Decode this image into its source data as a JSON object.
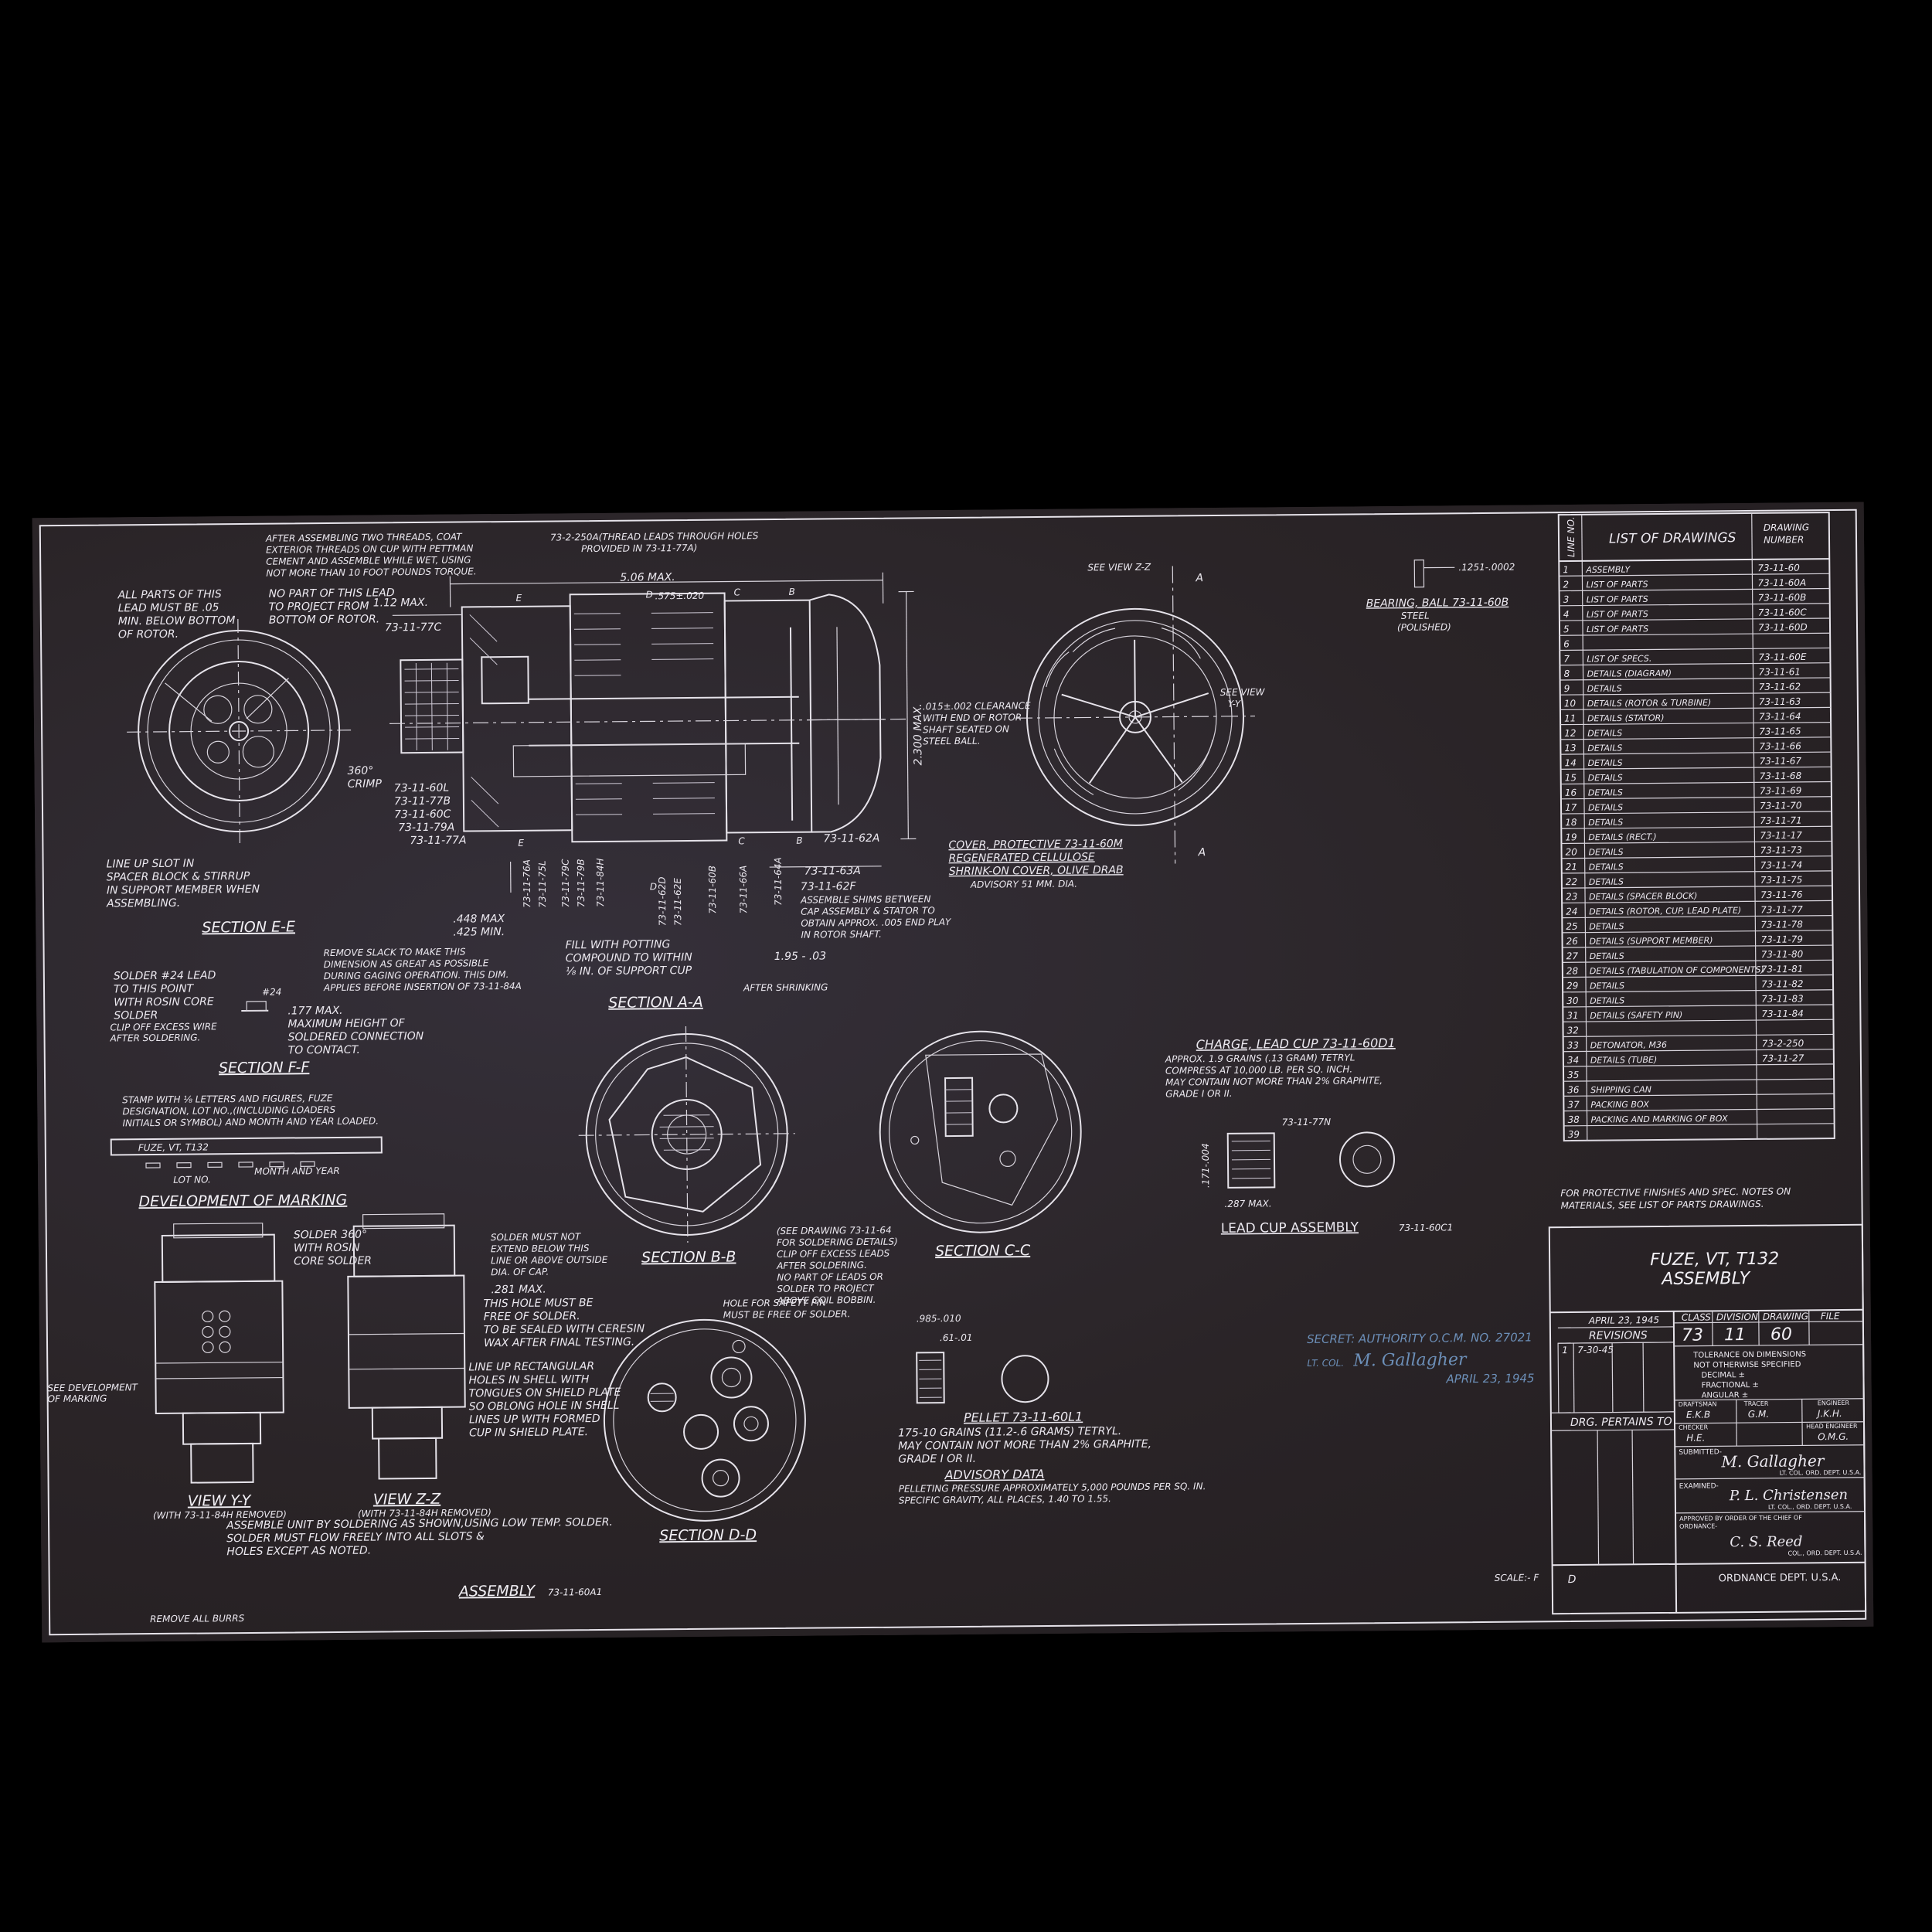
{
  "notes": {
    "after_assembling": [
      "AFTER ASSEMBLING TWO THREADS, COAT",
      "EXTERIOR THREADS ON CUP WITH PETTMAN",
      "CEMENT AND ASSEMBLE WHILE WET, USING",
      "NOT MORE THAN 10 FOOT POUNDS TORQUE."
    ],
    "all_parts": [
      "ALL PARTS OF THIS",
      "LEAD MUST BE .05",
      "MIN. BELOW BOTTOM",
      "OF ROTOR."
    ],
    "no_part": [
      "NO PART OF THIS LEAD",
      "TO PROJECT FROM",
      "BOTTOM OF ROTOR."
    ],
    "thread_leads": [
      "73-2-250A(THREAD LEADS THROUGH HOLES",
      "PROVIDED IN 73-11-77A)"
    ],
    "line_up_slot": [
      "LINE UP SLOT IN",
      "SPACER BLOCK & STIRRUP",
      "IN SUPPORT MEMBER WHEN",
      "ASSEMBLING."
    ],
    "crimp": [
      "360°",
      "CRIMP"
    ],
    "clearance": [
      ".015±.002 CLEARANCE",
      "WITH END OF ROTOR",
      "SHAFT SEATED ON",
      "STEEL BALL."
    ],
    "remove_slack": [
      "REMOVE SLACK TO MAKE THIS",
      "DIMENSION AS GREAT AS POSSIBLE",
      "DURING GAGING OPERATION. THIS DIM.",
      "APPLIES BEFORE INSERTION OF 73-11-84A"
    ],
    "fill_potting": [
      "FILL WITH POTTING",
      "COMPOUND TO WITHIN",
      "⅛ IN. OF SUPPORT CUP"
    ],
    "assemble_shims": [
      "ASSEMBLE SHIMS BETWEEN",
      "CAP ASSEMBLY & STATOR TO",
      "OBTAIN APPROX. .005 END PLAY",
      "IN ROTOR SHAFT."
    ],
    "solder24": [
      "SOLDER #24 LEAD",
      "TO THIS POINT",
      "WITH ROSIN CORE",
      "SOLDER",
      "CLIP OFF EXCESS WIRE",
      "AFTER SOLDERING."
    ],
    "max_height": [
      ".177 MAX.",
      "MAXIMUM HEIGHT OF",
      "SOLDERED CONNECTION",
      "TO CONTACT."
    ],
    "stamp": [
      "STAMP WITH ⅛ LETTERS AND FIGURES, FUZE",
      "DESIGNATION, LOT NO.,(INCLUDING LOADERS",
      "INITIALS OR SYMBOL) AND MONTH AND YEAR LOADED."
    ],
    "lot_no": "LOT NO.",
    "month_year": "MONTH AND YEAR",
    "fuze_marking": "FUZE, VT, T132",
    "solder360": [
      "SOLDER 360°",
      "WITH ROSIN",
      "CORE SOLDER"
    ],
    "solder_must_not": [
      "SOLDER MUST NOT",
      "EXTEND BELOW THIS",
      "LINE OR ABOVE OUTSIDE",
      "DIA. OF CAP."
    ],
    "hole_free": [
      ".281 MAX.",
      "THIS HOLE MUST BE",
      "FREE OF SOLDER.",
      "TO BE SEALED WITH CERESIN",
      "WAX AFTER FINAL TESTING."
    ],
    "see_dev": [
      "SEE DEVELOPMENT",
      "OF MARKING"
    ],
    "see_drawing": [
      "(SEE DRAWING 73-11-64",
      "FOR SOLDERING DETAILS)",
      "CLIP OFF EXCESS LEADS",
      "AFTER SOLDERING.",
      "NO PART OF LEADS OR",
      "SOLDER TO PROJECT",
      "ABOVE COIL BOBBIN."
    ],
    "safety_pin": [
      "HOLE FOR SAFETY PIN",
      "MUST BE FREE OF SOLDER."
    ],
    "line_up_rect": [
      "LINE UP RECTANGULAR",
      "HOLES IN SHELL WITH",
      "TONGUES ON SHIELD PLATE",
      "SO OBLONG HOLE IN SHELL",
      "LINES UP WITH FORMED",
      "CUP IN SHIELD PLATE."
    ],
    "assemble_unit": [
      "ASSEMBLE UNIT BY SOLDERING AS SHOWN,USING LOW TEMP. SOLDER.",
      "SOLDER MUST FLOW FREELY INTO ALL SLOTS &",
      "HOLES EXCEPT AS NOTED."
    ],
    "remove_burrs": "REMOVE ALL BURRS",
    "scale": "SCALE:- F",
    "protective": [
      "FOR PROTECTIVE FINISHES AND SPEC. NOTES ON",
      "MATERIALS, SEE LIST OF PARTS DRAWINGS."
    ],
    "see_view_zz": "SEE VIEW Z-Z",
    "see_view_yy": [
      "SEE VIEW",
      "Y-Y"
    ]
  },
  "dimensions": {
    "max112": "1.12 MAX.",
    "d506": "5.06 MAX.",
    "d575": ".575±.020",
    "d2300": "2.300 MAX.",
    "d448": [
      ".448 MAX",
      ".425 MIN."
    ],
    "d195": "1.95 - .03",
    "after_shrinking": "AFTER SHRINKING",
    "d1251": ".1251-.0002",
    "d985": [
      ".985-.010",
      ".61-.01"
    ],
    "d287": ".287 MAX.",
    "d171": ".171-.004",
    "d24": "#24"
  },
  "part_refs": {
    "p77c": "73-11-77C",
    "left_stack": [
      "73-11-60L",
      "73-11-77B",
      "73-11-60C",
      "73-11-79A",
      "73-11-77A"
    ],
    "bottom_stack": [
      "73-11-76A",
      "73-11-75L",
      "73-11-79C",
      "73-11-79B",
      "73-11-84H",
      "73-11-62D",
      "73-11-62E",
      "73-11-60B",
      "73-11-66A",
      "73-11-64A"
    ],
    "p63a": "73-11-63A",
    "p62f": "73-11-62F",
    "p62a": "73-11-62A",
    "p77n": "73-11-77N",
    "view_labels": [
      "E",
      "E",
      "D",
      "D",
      "C",
      "C",
      "B",
      "B",
      "A",
      "A"
    ]
  },
  "bearing": [
    "BEARING, BALL 73-11-60B",
    "STEEL",
    "(POLISHED)"
  ],
  "cover": [
    "COVER, PROTECTIVE 73-11-60M",
    "REGENERATED CELLULOSE",
    "SHRINK-ON COVER, OLIVE DRAB",
    "ADVISORY 51 MM. DIA."
  ],
  "charge": [
    "CHARGE, LEAD CUP 73-11-60D1",
    "APPROX. 1.9 GRAINS (.13 GRAM) TETRYL",
    "COMPRESS AT 10,000 LB. PER SQ. INCH.",
    "MAY CONTAIN NOT MORE THAN 2% GRAPHITE,",
    "GRADE I OR II."
  ],
  "pellet": [
    "PELLET 73-11-60L1",
    "175-10 GRAINS (11.2-.6 GRAMS) TETRYL.",
    "MAY CONTAIN NOT MORE THAN 2% GRAPHITE,",
    "GRADE I OR II."
  ],
  "advisory": [
    "ADVISORY DATA",
    "PELLETING PRESSURE APPROXIMATELY 5,000 POUNDS PER SQ. IN.",
    "SPECIFIC GRAVITY, ALL PLACES, 1.40 TO 1.55."
  ],
  "section_titles": {
    "ee": "SECTION E-E",
    "aa": "SECTION A-A",
    "ff": "SECTION F-F",
    "bb": "SECTION B-B",
    "cc": "SECTION C-C",
    "dd": "SECTION D-D",
    "dev": "DEVELOPMENT OF MARKING",
    "vyy": "VIEW Y-Y",
    "vyy_sub": "(WITH 73-11-84H REMOVED)",
    "vzz": "VIEW Z-Z",
    "vzz_sub": "(WITH 73-11-84H REMOVED)",
    "assembly": "ASSEMBLY",
    "assembly_no": "73-11-60A1",
    "leadcup": "LEAD CUP ASSEMBLY",
    "leadcup_no": "73-11-60C1"
  },
  "list_of_drawings": {
    "header_line": "LINE NO.",
    "header_title": "LIST OF DRAWINGS",
    "header_number": [
      "DRAWING",
      "NUMBER"
    ],
    "rows": [
      [
        "1",
        "ASSEMBLY",
        "73-11-60"
      ],
      [
        "2",
        "LIST OF PARTS",
        "73-11-60A"
      ],
      [
        "3",
        "LIST OF PARTS",
        "73-11-60B"
      ],
      [
        "4",
        "LIST OF PARTS",
        "73-11-60C"
      ],
      [
        "5",
        "LIST OF PARTS",
        "73-11-60D"
      ],
      [
        "6",
        "",
        ""
      ],
      [
        "7",
        "LIST OF SPECS.",
        "73-11-60E"
      ],
      [
        "8",
        "DETAILS (DIAGRAM)",
        "73-11-61"
      ],
      [
        "9",
        "DETAILS",
        "73-11-62"
      ],
      [
        "10",
        "DETAILS (ROTOR & TURBINE)",
        "73-11-63"
      ],
      [
        "11",
        "DETAILS (STATOR)",
        "73-11-64"
      ],
      [
        "12",
        "DETAILS",
        "73-11-65"
      ],
      [
        "13",
        "DETAILS",
        "73-11-66"
      ],
      [
        "14",
        "DETAILS",
        "73-11-67"
      ],
      [
        "15",
        "DETAILS",
        "73-11-68"
      ],
      [
        "16",
        "DETAILS",
        "73-11-69"
      ],
      [
        "17",
        "DETAILS",
        "73-11-70"
      ],
      [
        "18",
        "DETAILS",
        "73-11-71"
      ],
      [
        "19",
        "DETAILS (RECT.)",
        "73-11-17"
      ],
      [
        "20",
        "DETAILS",
        "73-11-73"
      ],
      [
        "21",
        "DETAILS",
        "73-11-74"
      ],
      [
        "22",
        "DETAILS",
        "73-11-75"
      ],
      [
        "23",
        "DETAILS (SPACER BLOCK)",
        "73-11-76"
      ],
      [
        "24",
        "DETAILS (ROTOR, CUP, LEAD PLATE)",
        "73-11-77"
      ],
      [
        "25",
        "DETAILS",
        "73-11-78"
      ],
      [
        "26",
        "DETAILS (SUPPORT MEMBER)",
        "73-11-79"
      ],
      [
        "27",
        "DETAILS",
        "73-11-80"
      ],
      [
        "28",
        "DETAILS (TABULATION OF COMPONENTS)",
        "73-11-81"
      ],
      [
        "29",
        "DETAILS",
        "73-11-82"
      ],
      [
        "30",
        "DETAILS",
        "73-11-83"
      ],
      [
        "31",
        "DETAILS (SAFETY PIN)",
        "73-11-84"
      ],
      [
        "32",
        "",
        ""
      ],
      [
        "33",
        "DETONATOR, M36",
        "73-2-250"
      ],
      [
        "34",
        "DETAILS (TUBE)",
        "73-11-27"
      ],
      [
        "35",
        "",
        ""
      ],
      [
        "36",
        "SHIPPING CAN",
        ""
      ],
      [
        "37",
        "PACKING BOX",
        ""
      ],
      [
        "38",
        "PACKING AND MARKING OF BOX",
        ""
      ],
      [
        "39",
        "",
        ""
      ]
    ]
  },
  "title_block": {
    "title": [
      "FUZE, VT, T132",
      "ASSEMBLY"
    ],
    "date": "APRIL 23, 1945",
    "revisions": "REVISIONS",
    "rev_row": [
      "1",
      "7-30-45"
    ],
    "class_label": "CLASS",
    "class": "73",
    "division_label": "DIVISION",
    "division": "11",
    "drawing_label": "DRAWING",
    "drawing": "60",
    "file_label": "FILE",
    "tolerance": [
      "TOLERANCE ON DIMENSIONS",
      "NOT OTHERWISE SPECIFIED",
      "DECIMAL ±",
      "FRACTIONAL ±",
      "ANGULAR ±"
    ],
    "drg_pertains": "DRG. PERTAINS TO",
    "roles": [
      "DRAFTSMAN",
      "TRACER",
      "ENGINEER",
      "CHECKER",
      "HEAD ENGINEER"
    ],
    "initials": [
      "E.K.B",
      "G.M.",
      "J.K.H.",
      "H.E.",
      "",
      "O.M.G."
    ],
    "submitted": "SUBMITTED-",
    "sig1": "M. Gallagher",
    "sig1_rank": "LT. COL. ORD. DEPT. U.S.A.",
    "examined": "EXAMINED-",
    "sig2": "P. L. Christensen",
    "sig2_rank": "LT. COL., ORD. DEPT. U.S.A.",
    "approved": [
      "APPROVED BY ORDER OF THE CHIEF OF",
      "ORDNANCE-"
    ],
    "sig3": "C. S. Reed",
    "sig3_rank": "COL., ORD. DEPT. U.S.A.",
    "size": "D",
    "dept": "ORDNANCE DEPT. U.S.A."
  },
  "stamp": {
    "line1": "SECRET: AUTHORITY O.C.M. NO. 27021",
    "line2": "LT. COL.",
    "sig": "M. Gallagher",
    "date": "APRIL 23, 1945",
    "color": "#6c8fb8"
  },
  "colors": {
    "paper": "#2b2528",
    "ink": "#e6e3ea"
  }
}
